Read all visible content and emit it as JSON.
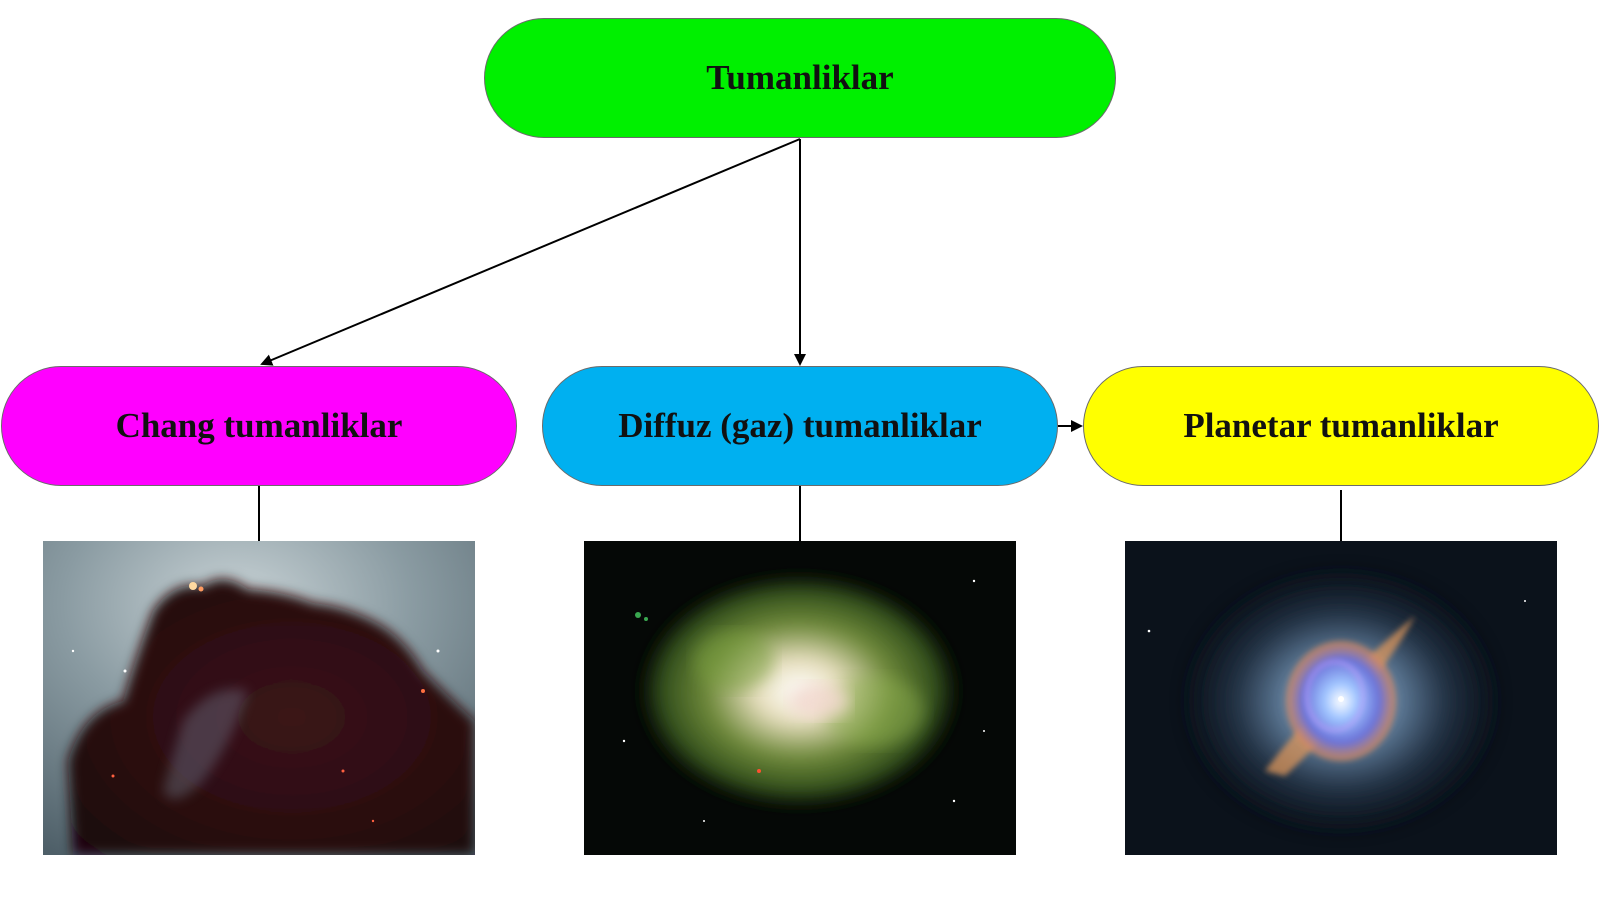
{
  "diagram": {
    "root": {
      "label": "Tumanliklar",
      "color": "#00f000"
    },
    "children": [
      {
        "key": "chang",
        "label": "Chang tumanliklar",
        "color": "#ff00ff",
        "image": "horsehead-nebula"
      },
      {
        "key": "diffuz",
        "label": "Diffuz (gaz) tumanliklar",
        "color": "#00b0f0",
        "image": "diffuse-gas-nebula"
      },
      {
        "key": "planetar",
        "label": "Planetar tumanliklar",
        "color": "#ffff00",
        "image": "cats-eye-planetary-nebula"
      }
    ],
    "edges": [
      {
        "from": "root",
        "to": "chang",
        "arrow": true
      },
      {
        "from": "root",
        "to": "diffuz",
        "arrow": true
      },
      {
        "from": "diffuz",
        "to": "planetar",
        "arrow": true
      },
      {
        "from": "chang",
        "to": "chang-image",
        "arrow": false
      },
      {
        "from": "diffuz",
        "to": "diffuz-image",
        "arrow": false
      },
      {
        "from": "planetar",
        "to": "planetar-image",
        "arrow": false
      }
    ]
  }
}
